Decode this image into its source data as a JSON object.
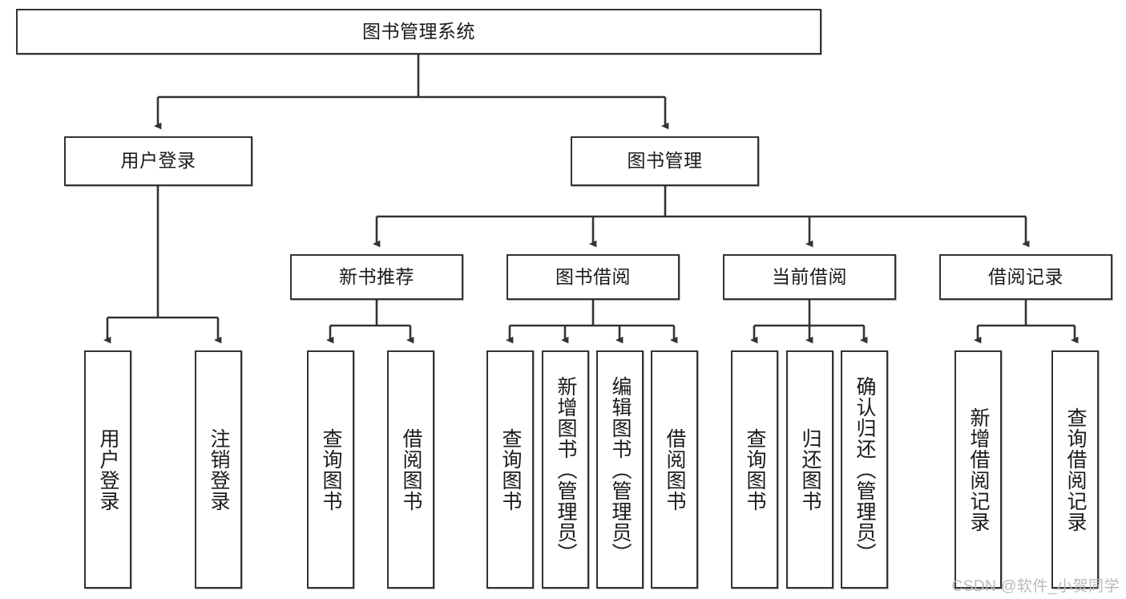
{
  "diagram": {
    "title": "图书管理系统",
    "type": "hierarchy-tree",
    "levels": 4,
    "root": {
      "id": "root",
      "label": "图书管理系统"
    },
    "level2": [
      {
        "id": "user-login",
        "label": "用户登录"
      },
      {
        "id": "book-management",
        "label": "图书管理"
      }
    ],
    "level3": [
      {
        "id": "new-book-recommend",
        "label": "新书推荐"
      },
      {
        "id": "book-borrow",
        "label": "图书借阅"
      },
      {
        "id": "current-borrow",
        "label": "当前借阅"
      },
      {
        "id": "borrow-record",
        "label": "借阅记录"
      }
    ],
    "leaves": [
      {
        "id": "leaf-user-login",
        "label": "用户登录",
        "parent": "user-login"
      },
      {
        "id": "leaf-user-logout",
        "label": "注销登录",
        "parent": "user-login"
      },
      {
        "id": "leaf-query-book-1",
        "label": "查询图书",
        "parent": "new-book-recommend"
      },
      {
        "id": "leaf-borrow-book-1",
        "label": "借阅图书",
        "parent": "new-book-recommend"
      },
      {
        "id": "leaf-query-book-2",
        "label": "查询图书",
        "parent": "book-borrow"
      },
      {
        "id": "leaf-add-book",
        "label": "新增图书（管理员）",
        "parent": "book-borrow"
      },
      {
        "id": "leaf-edit-book",
        "label": "编辑图书（管理员）",
        "parent": "book-borrow"
      },
      {
        "id": "leaf-borrow-book-2",
        "label": "借阅图书",
        "parent": "book-borrow"
      },
      {
        "id": "leaf-query-book-3",
        "label": "查询图书",
        "parent": "current-borrow"
      },
      {
        "id": "leaf-return-book",
        "label": "归还图书",
        "parent": "current-borrow"
      },
      {
        "id": "leaf-confirm-return",
        "label": "确认归还（管理员）",
        "parent": "current-borrow"
      },
      {
        "id": "leaf-add-record",
        "label": "新增借阅记录",
        "parent": "borrow-record"
      },
      {
        "id": "leaf-query-record",
        "label": "查询借阅记录",
        "parent": "borrow-record"
      }
    ],
    "colors": {
      "stroke": "#333333",
      "box_fill": "#ffffff",
      "text": "#1a1a1a",
      "background": "#ffffff",
      "watermark": "#b9b9b9"
    }
  },
  "watermark": {
    "text": "CSDN @软件_小贺同学"
  }
}
